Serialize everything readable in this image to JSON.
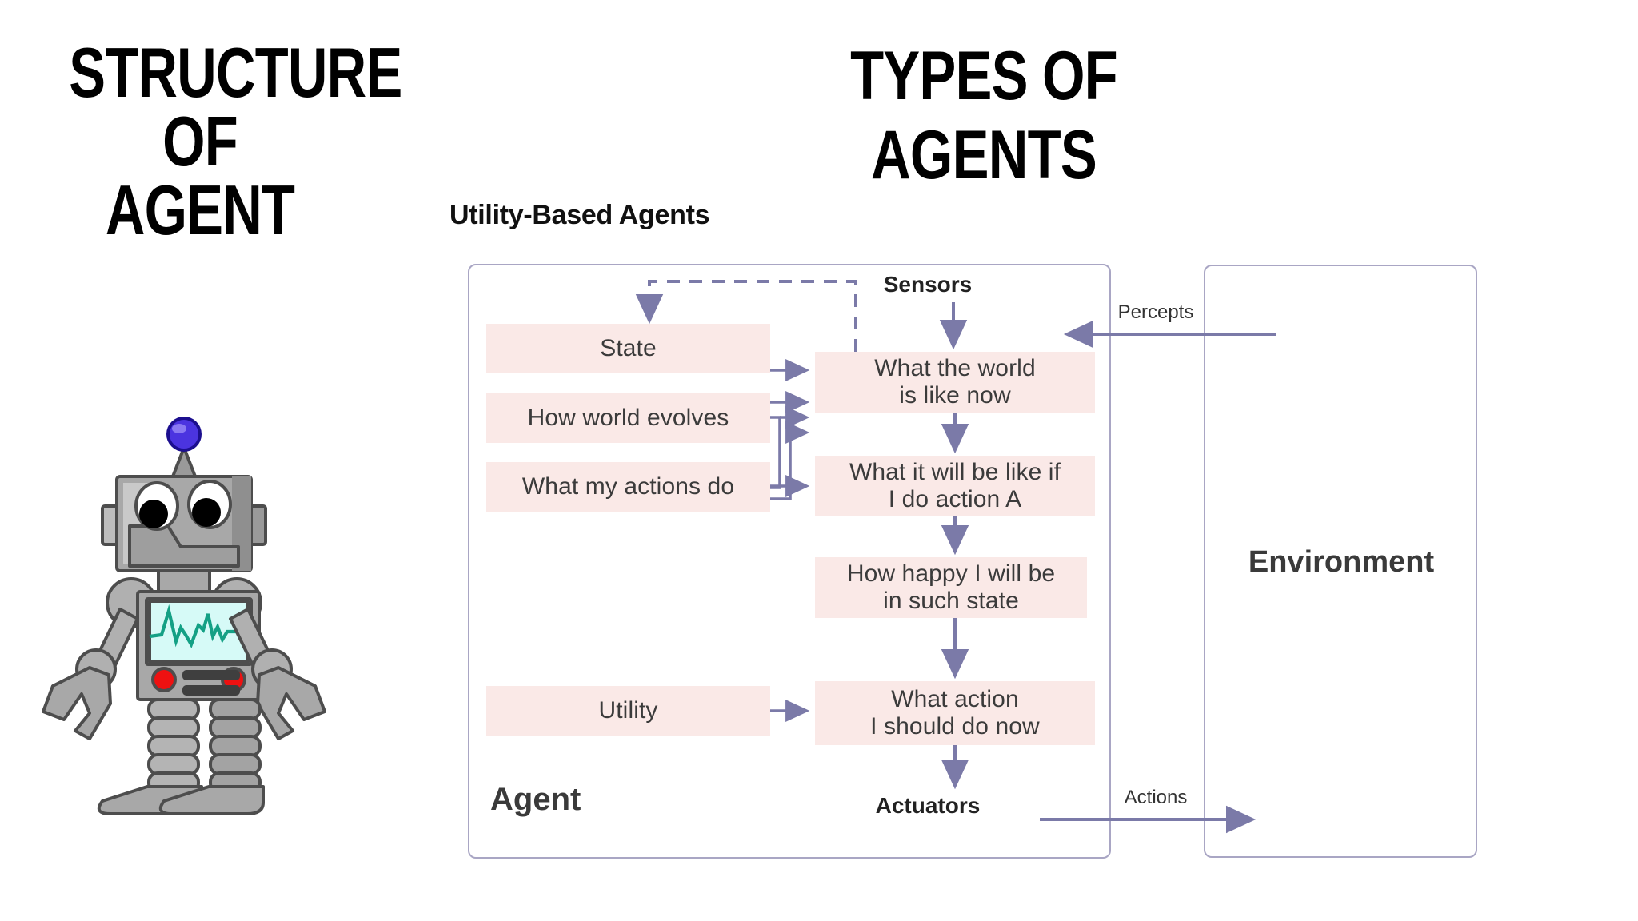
{
  "slide": {
    "left_heading_lines": [
      "STRUCTURE",
      "OF",
      "AGENT"
    ],
    "main_title": "TYPES OF AGENTS",
    "background_color": "#ffffff"
  },
  "diagram": {
    "subtitle": "Utility-Based Agents",
    "agent_label": "Agent",
    "environment_label": "Environment",
    "sensors_label": "Sensors",
    "actuators_label": "Actuators",
    "percepts_label": "Percepts",
    "actions_label": "Actions",
    "frame_color": "#a9a6c4",
    "box_fill": "#fae9e7",
    "arrow_color": "#7b7aa8",
    "boxes": {
      "state": "State",
      "how_world_evolves": "How world evolves",
      "what_my_actions_do": "What my actions do",
      "utility": "Utility",
      "what_the_world_is_like_now_line1": "What the world",
      "what_the_world_is_like_now_line2": "is like now",
      "what_it_will_be_like_line1": "What it will be like if",
      "what_it_will_be_like_line2": "I do action A",
      "how_happy_line1": "How happy I will be",
      "how_happy_line2": "in such state",
      "what_action_line1": "What action",
      "what_action_line2": "I should do now"
    }
  },
  "robot": {
    "antenna_color": "#4b34e0",
    "body_color": "#a8a8a8",
    "screen_color": "#d6faf7",
    "waveform_color": "#14a085",
    "button_color": "#ee1111"
  }
}
